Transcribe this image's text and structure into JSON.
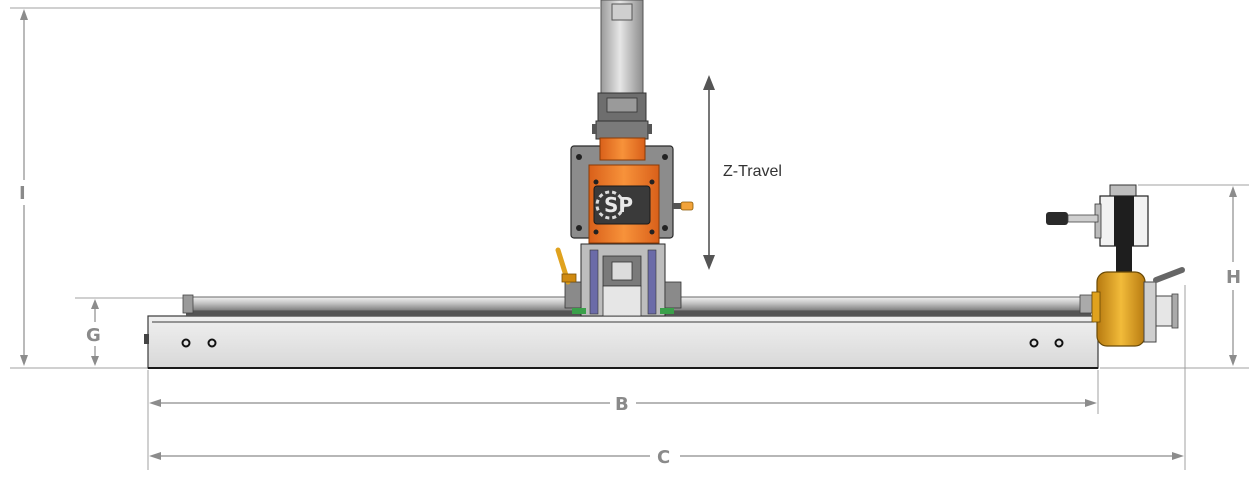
{
  "labels": {
    "overall_height": "I",
    "rail_height": "G",
    "handwheel_height": "H",
    "base_length": "B",
    "overall_length": "C",
    "z_travel": "Z-Travel"
  },
  "colors": {
    "machine_orange": "#f07a22",
    "handwheel_gold": "#e0a21e",
    "dimension_line": "#8c8c8c",
    "dimension_text": "#8a8a8a",
    "steel_gray": "#cfcfcf"
  },
  "logo_text": "SP"
}
